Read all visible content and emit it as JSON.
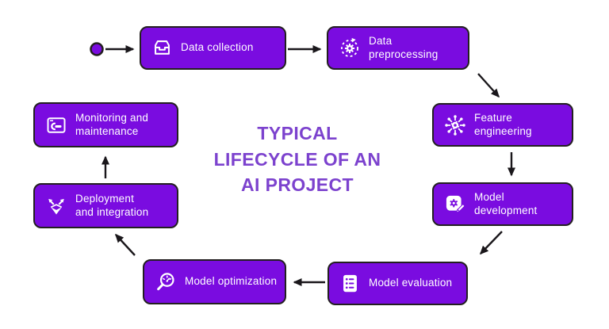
{
  "title": {
    "text": "TYPICAL\nLIFECYCLE OF AN\nAI PROJECT"
  },
  "colors": {
    "box_fill": "#7A0CE0",
    "box_border": "#231F20",
    "title_text": "#7C42CE",
    "arrow": "#1A171B",
    "label_text": "#FFFFFF",
    "background": "#FFFFFF"
  },
  "nodes": [
    {
      "id": "data-collection",
      "label": "Data collection",
      "icon": "inbox-icon"
    },
    {
      "id": "data-preprocessing",
      "label": "Data preprocessing",
      "icon": "gear-refresh-icon"
    },
    {
      "id": "feature-engineering",
      "label": "Feature engineering",
      "icon": "network-hub-icon"
    },
    {
      "id": "model-development",
      "label": "Model development",
      "icon": "gear-pencil-icon"
    },
    {
      "id": "model-evaluation",
      "label": "Model evaluation",
      "icon": "checklist-icon"
    },
    {
      "id": "model-optimization",
      "label": "Model optimization",
      "icon": "magnifier-gauge-icon"
    },
    {
      "id": "deployment-integration",
      "label": "Deployment\nand integration",
      "icon": "open-box-arrows-icon"
    },
    {
      "id": "monitoring-maintenance",
      "label": "Monitoring and\nmaintenance",
      "icon": "window-wrench-icon"
    }
  ],
  "flow": {
    "start_marker": "filled-dot",
    "connections": [
      {
        "from": "start",
        "to": "data-collection"
      },
      {
        "from": "data-collection",
        "to": "data-preprocessing"
      },
      {
        "from": "data-preprocessing",
        "to": "feature-engineering"
      },
      {
        "from": "feature-engineering",
        "to": "model-development"
      },
      {
        "from": "model-development",
        "to": "model-evaluation"
      },
      {
        "from": "model-evaluation",
        "to": "model-optimization"
      },
      {
        "from": "model-optimization",
        "to": "deployment-integration"
      },
      {
        "from": "deployment-integration",
        "to": "monitoring-maintenance"
      }
    ]
  }
}
